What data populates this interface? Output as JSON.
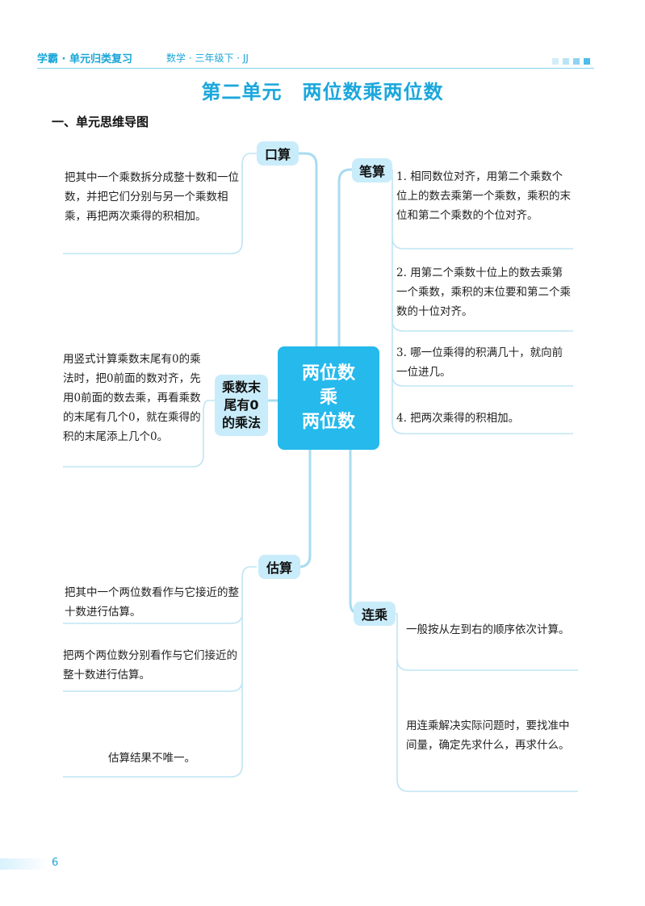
{
  "header": {
    "logo": "学霸 · 单元归类复习",
    "subtitle": "数学 · 三年级下 · JJ"
  },
  "title": "第二单元　两位数乘两位数",
  "section": "一、单元思维导图",
  "center": {
    "line1": "两位数",
    "line2": "乘",
    "line3": "两位数"
  },
  "branches": {
    "oral": {
      "label": "口算",
      "items": [
        "把其中一个乘数拆分成整十数和一位数，并把它们分别与另一个乘数相乘，再把两次乘得的积相加。"
      ]
    },
    "zero": {
      "label": "乘数末尾有0的乘法",
      "label_lines": [
        "乘数末",
        "尾有0",
        "的乘法"
      ],
      "items": [
        "用竖式计算乘数末尾有0的乘法时，把0前面的数对齐，先用0前面的数去乘，再看乘数的末尾有几个0，就在乘得的积的末尾添上几个0。"
      ]
    },
    "estimate": {
      "label": "估算",
      "items": [
        "把其中一个两位数看作与它接近的整十数进行估算。",
        "把两个两位数分别看作与它们接近的整十数进行估算。",
        "估算结果不唯一。"
      ]
    },
    "written": {
      "label": "笔算",
      "items": [
        "1. 相同数位对齐，用第二个乘数个位上的数去乘第一个乘数，乘积的末位和第二个乘数的个位对齐。",
        "2. 用第二个乘数十位上的数去乘第一个乘数，乘积的末位要和第二个乘数的十位对齐。",
        "3. 哪一位乘得的积满几十，就向前一位进几。",
        "4. 把两次乘得的积相加。"
      ]
    },
    "chain": {
      "label": "连乘",
      "items": [
        "一般按从左到右的顺序依次计算。",
        "用连乘解决实际问题时，要找准中间量，确定先求什么，再求什么。"
      ]
    }
  },
  "page_number": "6",
  "colors": {
    "accent": "#25b9ec",
    "branch_bg": "#c9ecfa",
    "line": "#a9dcef"
  }
}
